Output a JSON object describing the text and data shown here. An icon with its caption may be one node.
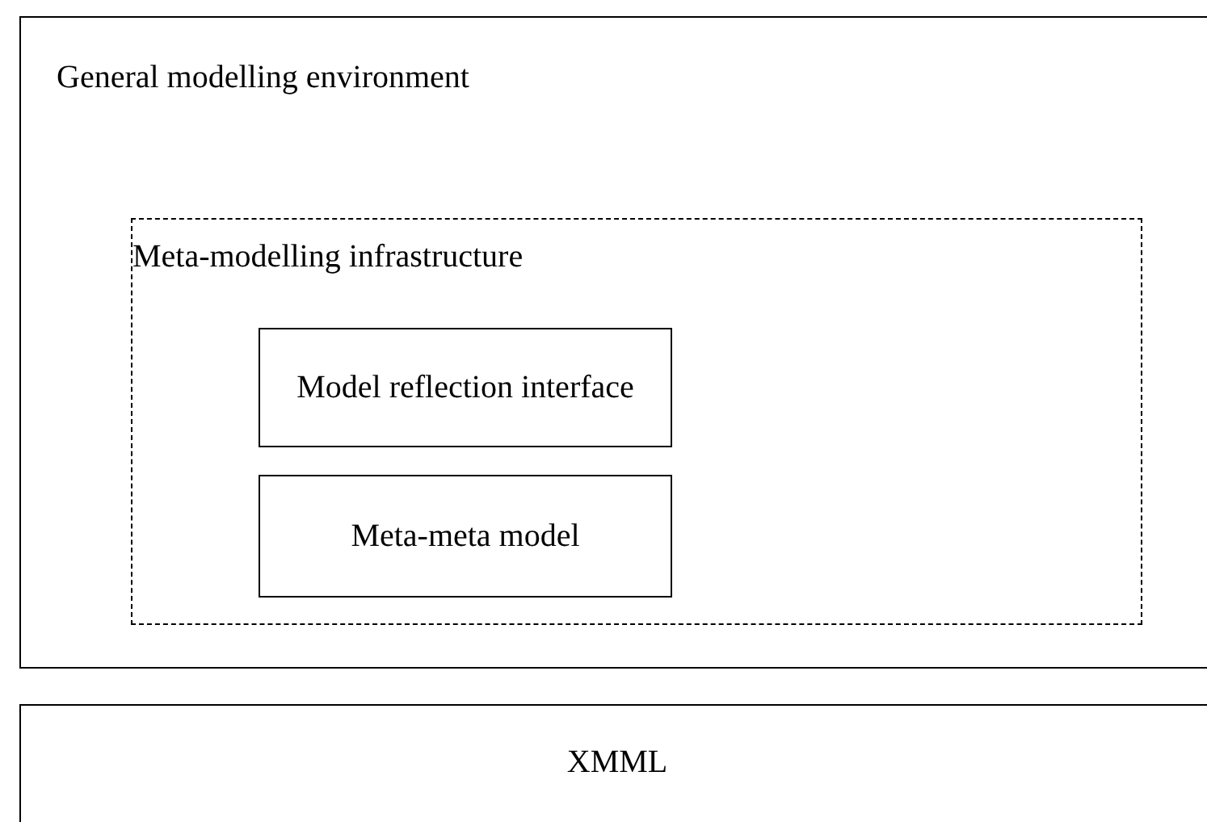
{
  "diagram": {
    "nodes": [
      {
        "text": [
          "General modelling environment"
        ]
      },
      {
        "text": [
          "Meta-modelling infrastructure"
        ],
        "in": 0
      },
      {
        "text": [
          "Model reflection interface"
        ],
        "in": 1
      },
      {
        "text": [
          "Meta-meta model"
        ],
        "in": 1
      },
      {
        "text": [
          "XMML"
        ]
      }
    ]
  }
}
